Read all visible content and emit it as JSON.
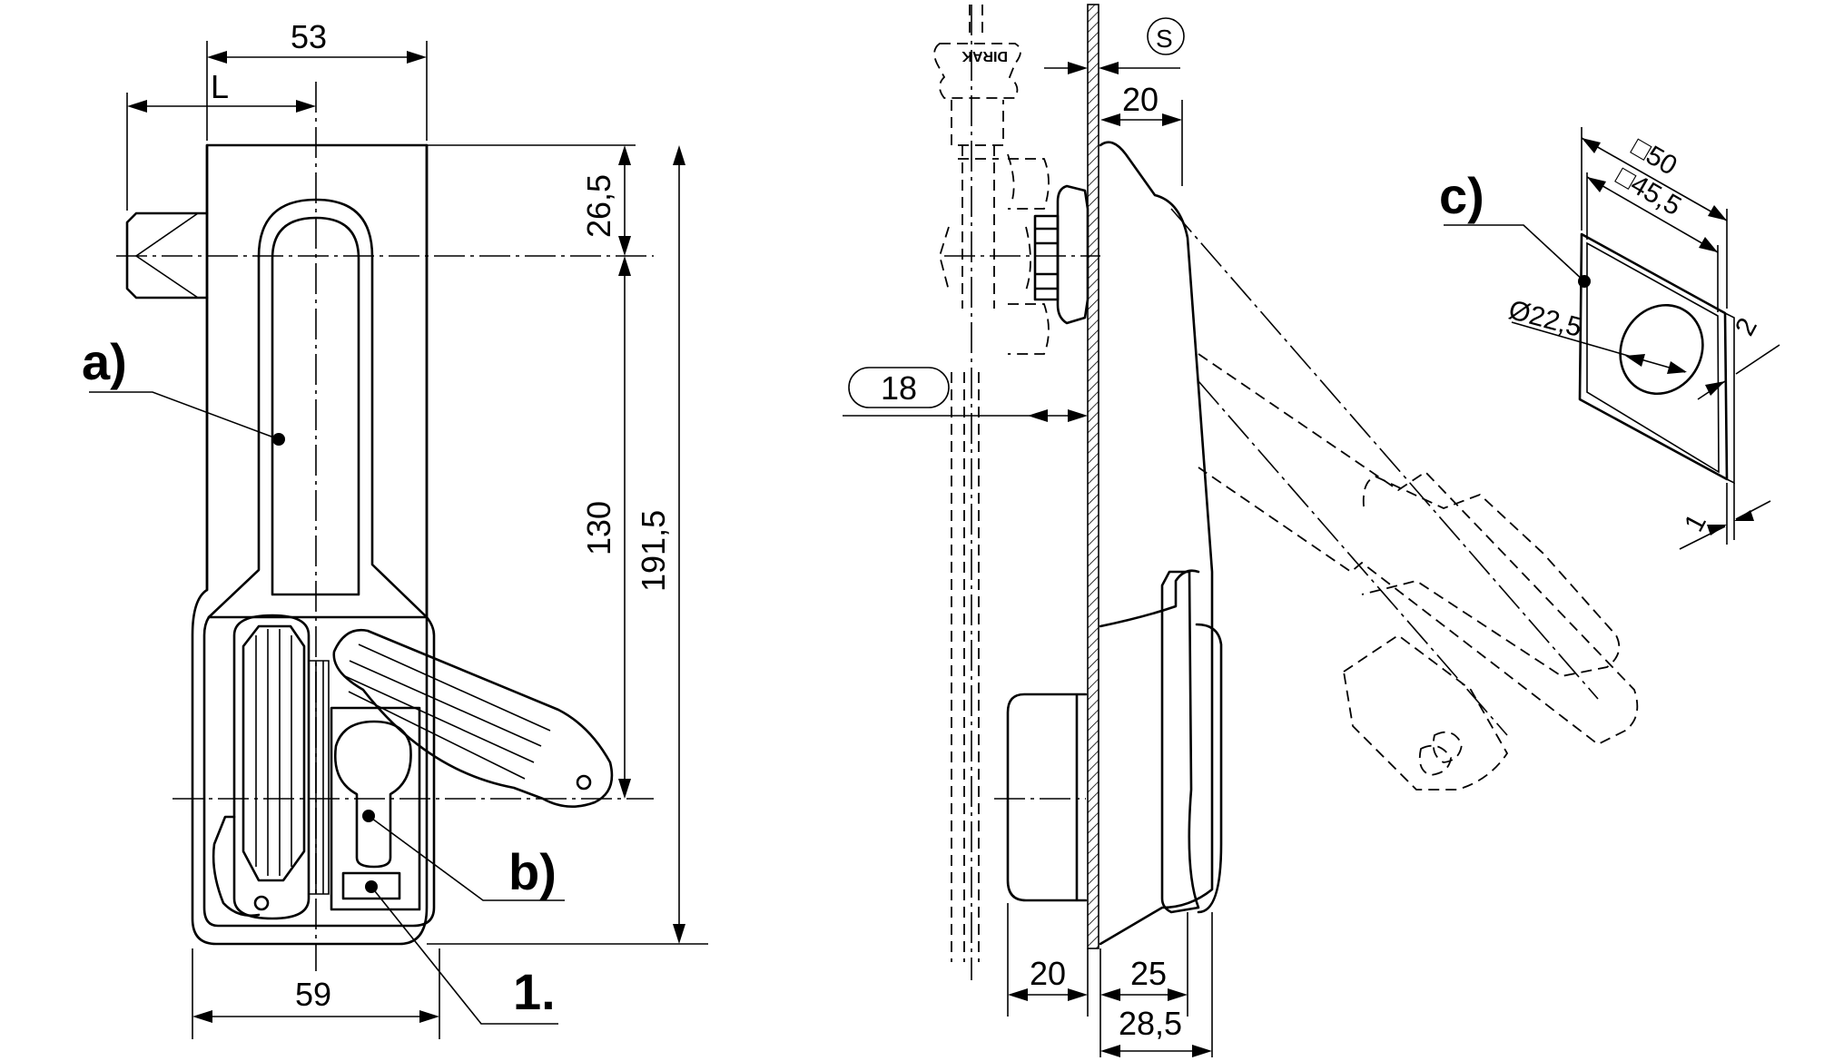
{
  "front_view": {
    "dims": {
      "width_top": "53",
      "offset_l": "L",
      "top_offset": "26,5",
      "pivot_span": "130",
      "height_total": "191,5",
      "width_bottom": "59"
    },
    "callouts": {
      "handle": "a)",
      "cylinder": "b)",
      "cover": "1."
    }
  },
  "side_view": {
    "dims": {
      "seal_symbol": "S",
      "top_depth": "20",
      "panel_ref": "18",
      "rear_depth": "20",
      "front_depth": "25",
      "overall_depth": "28,5"
    },
    "brand_mark": "DIRAK"
  },
  "cutout_view": {
    "dims": {
      "outer_square": "□50",
      "inner_square": "□45,5",
      "hole_diameter": "Ø22,5",
      "thickness_a": "2",
      "thickness_b": "1"
    },
    "callouts": {
      "gasket": "c)"
    }
  }
}
